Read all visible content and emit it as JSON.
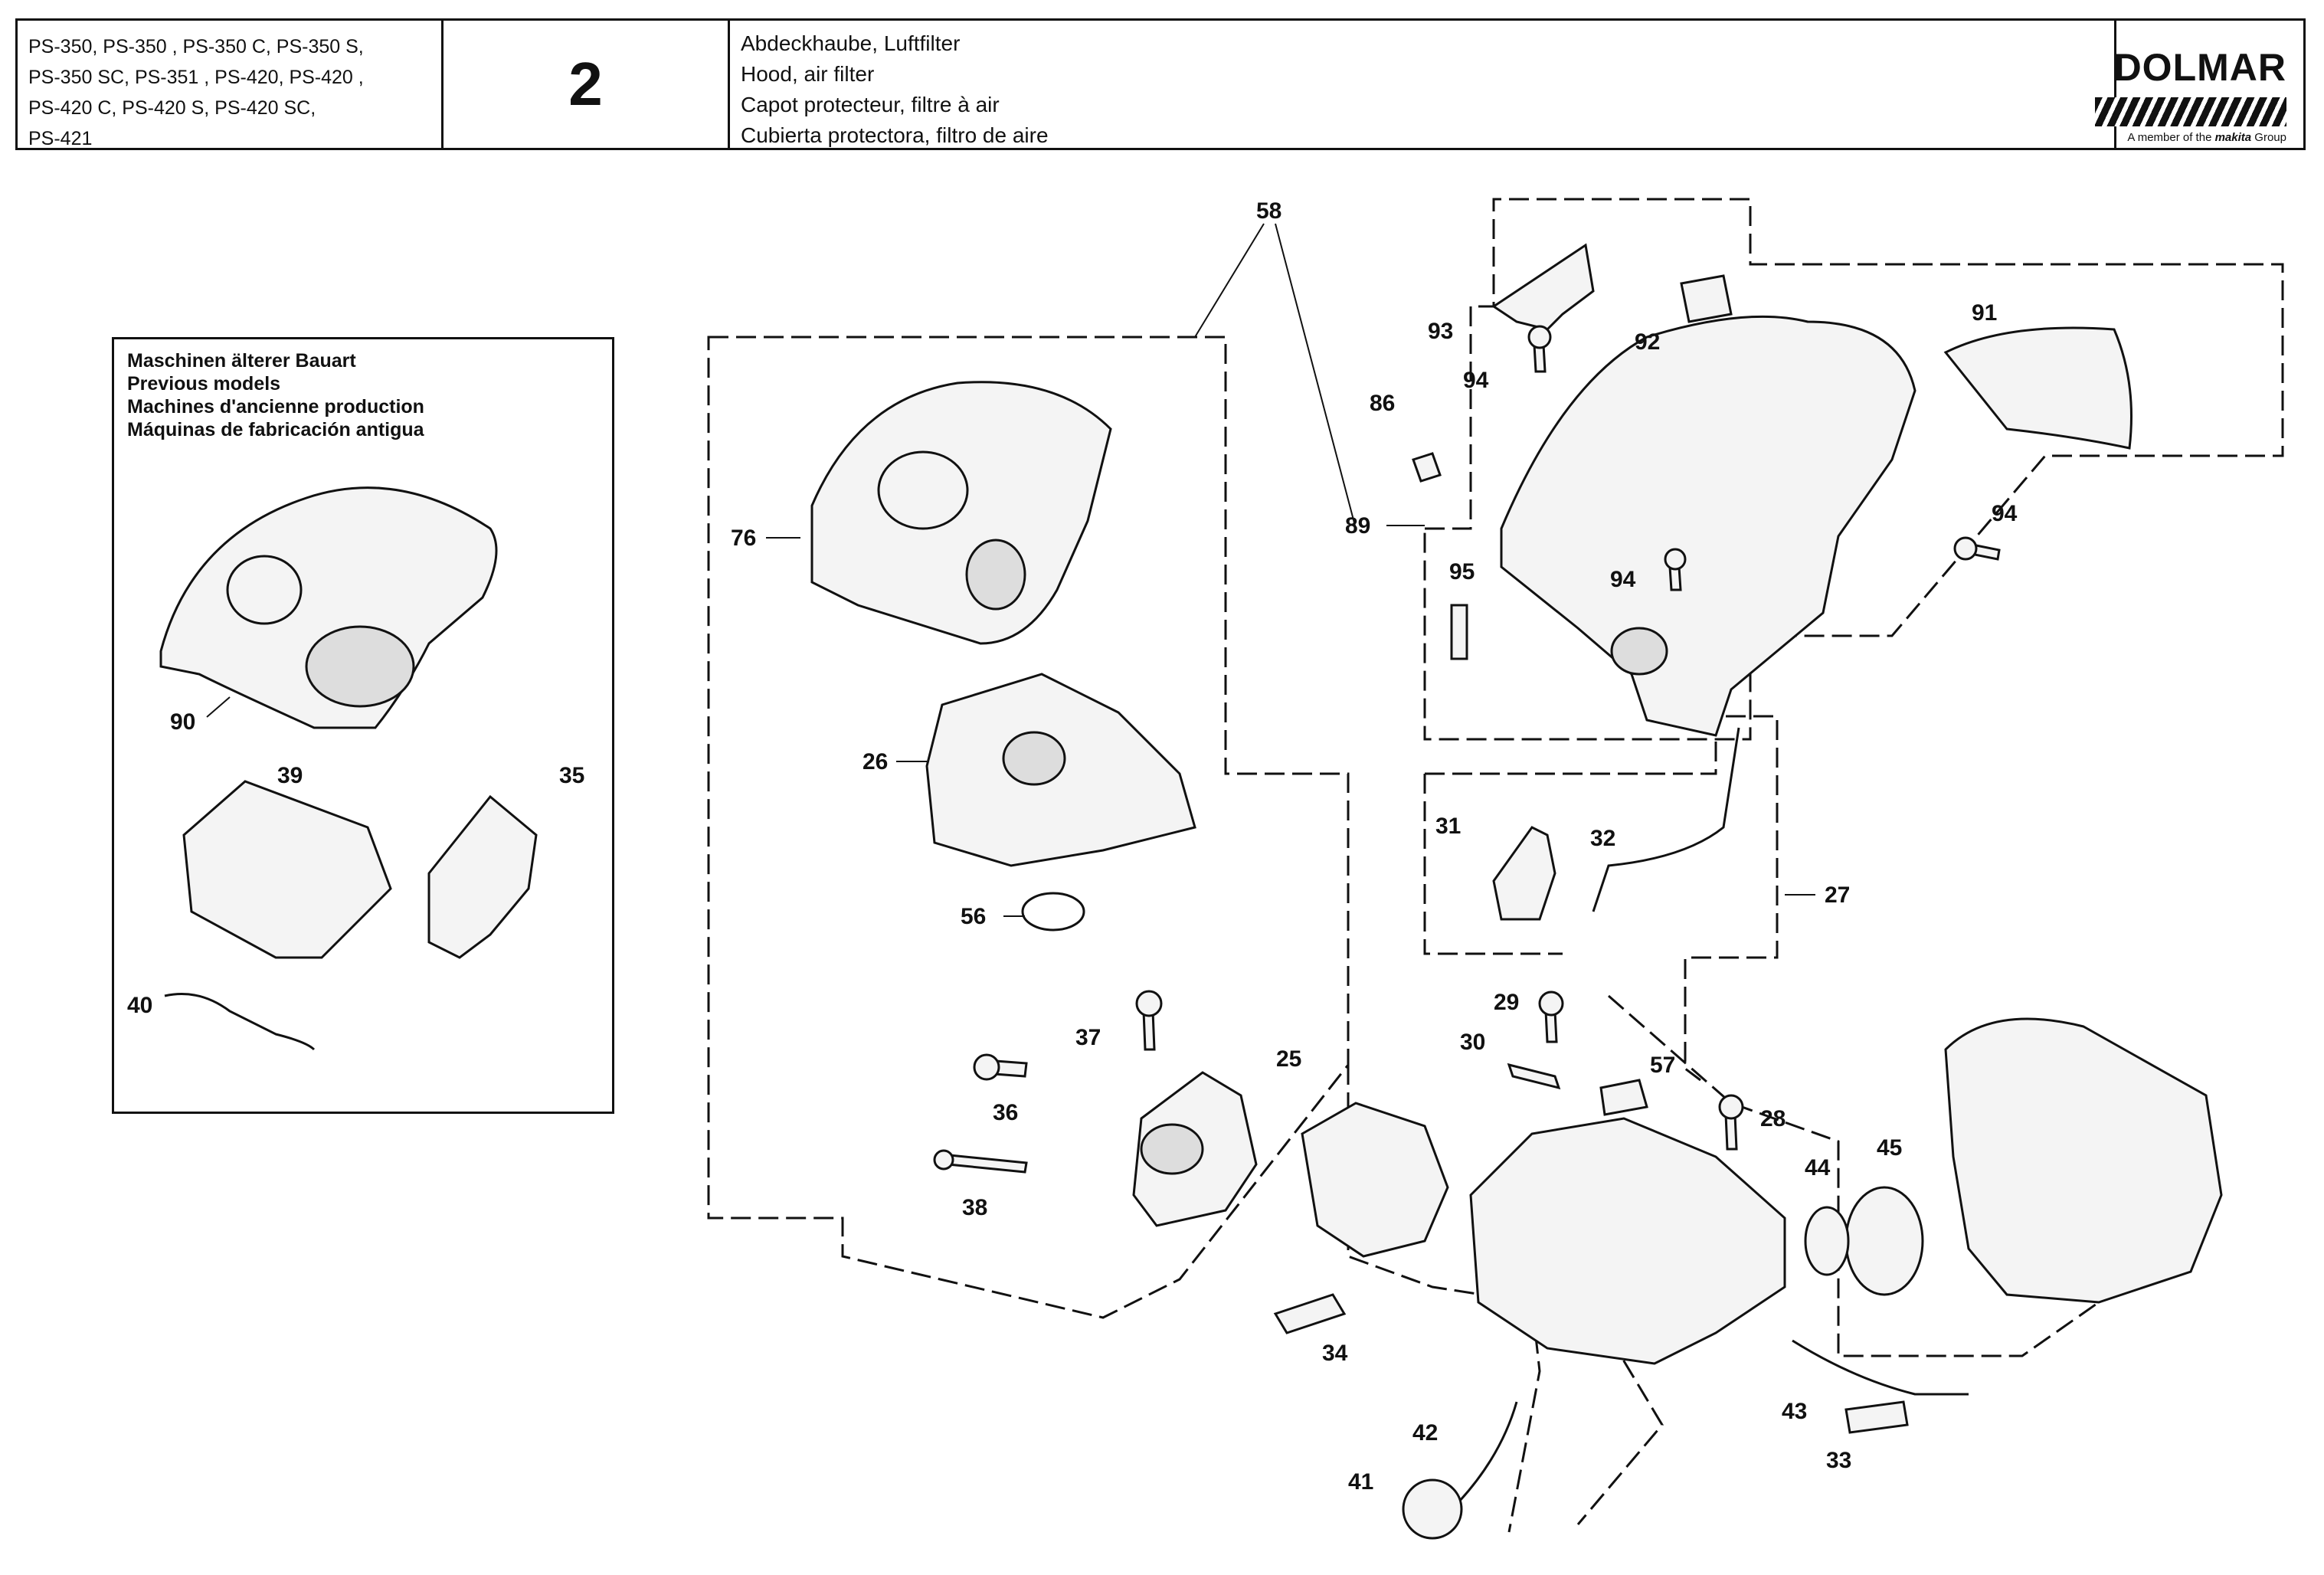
{
  "header": {
    "models": [
      "PS-350, PS-350 , PS-350 C, PS-350 S,",
      "PS-350 SC, PS-351 , PS-420, PS-420 ,",
      "PS-420 C, PS-420 S, PS-420 SC,",
      "PS-421"
    ],
    "page_number": "2",
    "description": [
      "Abdeckhaube, Luftfilter",
      "Hood, air filter",
      "Capot protecteur, filtre à air",
      "Cubierta protectora, filtro de aire"
    ],
    "brand": "DOLMAR",
    "tagline_prefix": "A member of the",
    "tagline_brand": "makita",
    "tagline_suffix": "Group"
  },
  "old_models": {
    "title": [
      "Maschinen älterer Bauart",
      "Previous models",
      "Machines d'ancienne production",
      "Máquinas de fabricación antigua"
    ]
  },
  "part_labels": {
    "p90": "90",
    "p39": "39",
    "p35": "35",
    "p40": "40",
    "p58": "58",
    "p76": "76",
    "p26": "26",
    "p56": "56",
    "p93": "93",
    "p94a": "94",
    "p92": "92",
    "p91": "91",
    "p86": "86",
    "p89": "89",
    "p94b": "94",
    "p95": "95",
    "p94c": "94",
    "p31": "31",
    "p32": "32",
    "p27": "27",
    "p29": "29",
    "p30": "30",
    "p57": "57",
    "p28": "28",
    "p37": "37",
    "p25": "25",
    "p36": "36",
    "p38": "38",
    "p44": "44",
    "p45": "45",
    "p34": "34",
    "p42": "42",
    "p41": "41",
    "p43": "43",
    "p33": "33"
  },
  "colors": {
    "line": "#111111",
    "part_fill": "#f4f4f4",
    "shade": "#9a9a9a"
  }
}
